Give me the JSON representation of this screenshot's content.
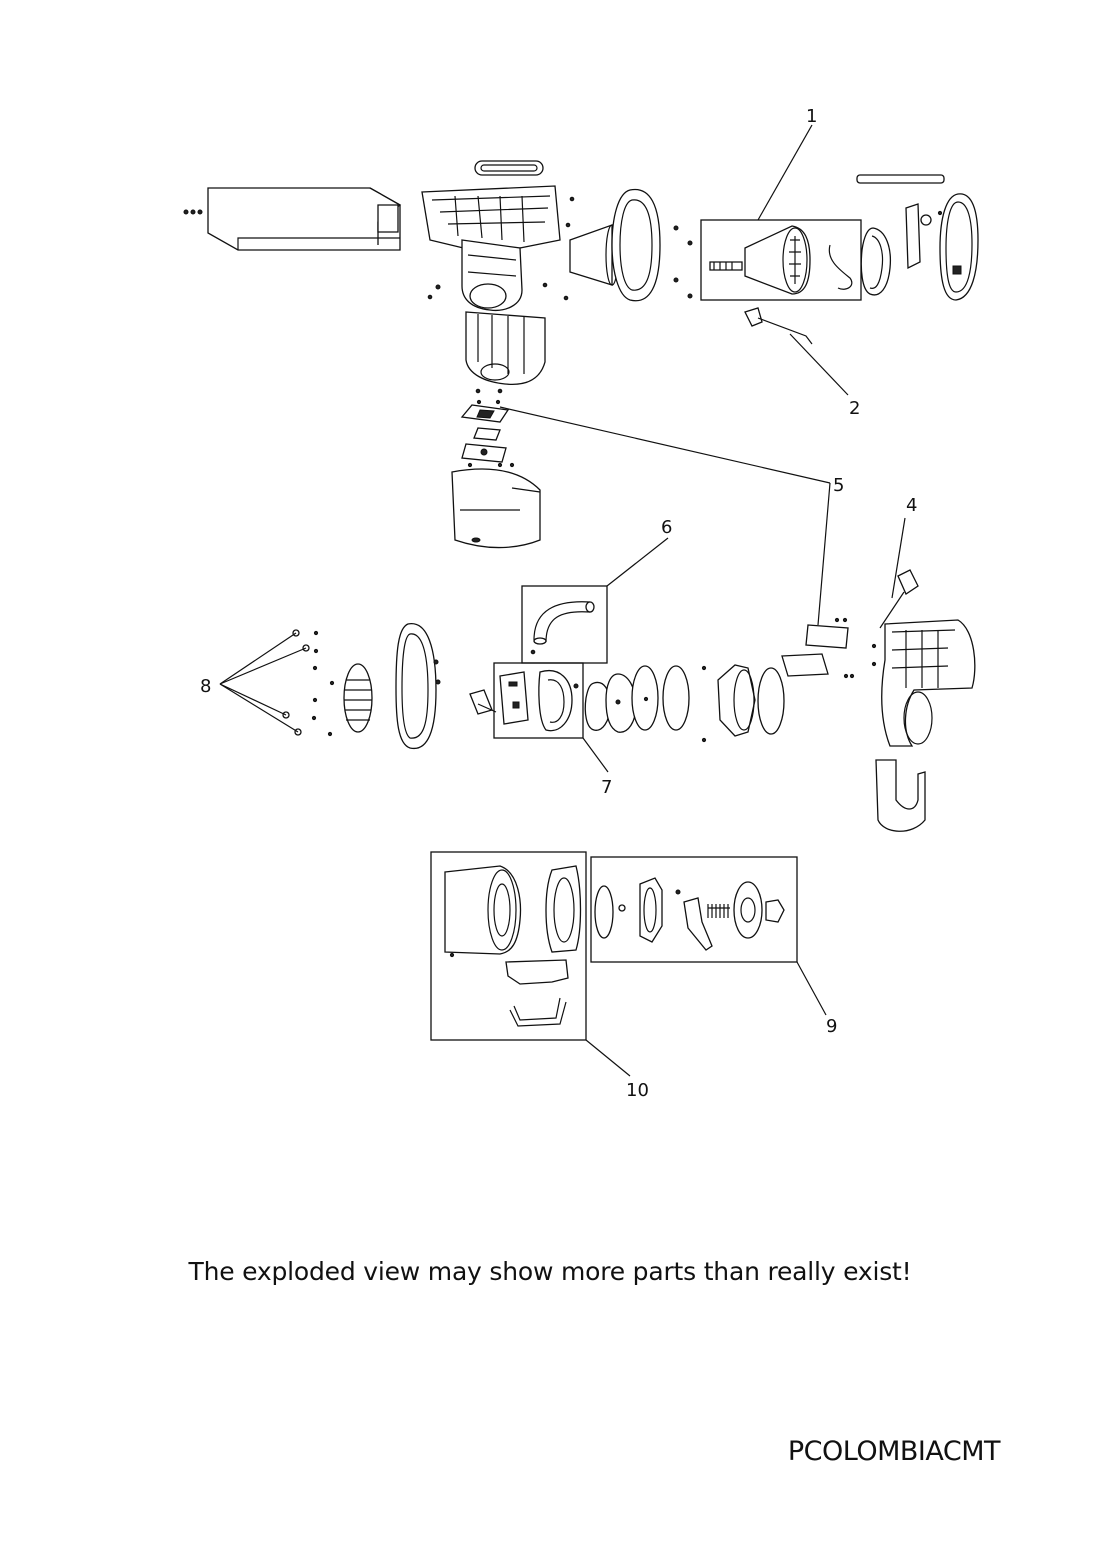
{
  "labels": {
    "l1": "1",
    "l2": "2",
    "l4": "4",
    "l5": "5",
    "l6": "6",
    "l7": "7",
    "l8": "8",
    "l9": "9",
    "l10": "10"
  },
  "footer": {
    "note": "The exploded view may show more parts than really exist!",
    "code": "PCOLOMBIACMT"
  }
}
